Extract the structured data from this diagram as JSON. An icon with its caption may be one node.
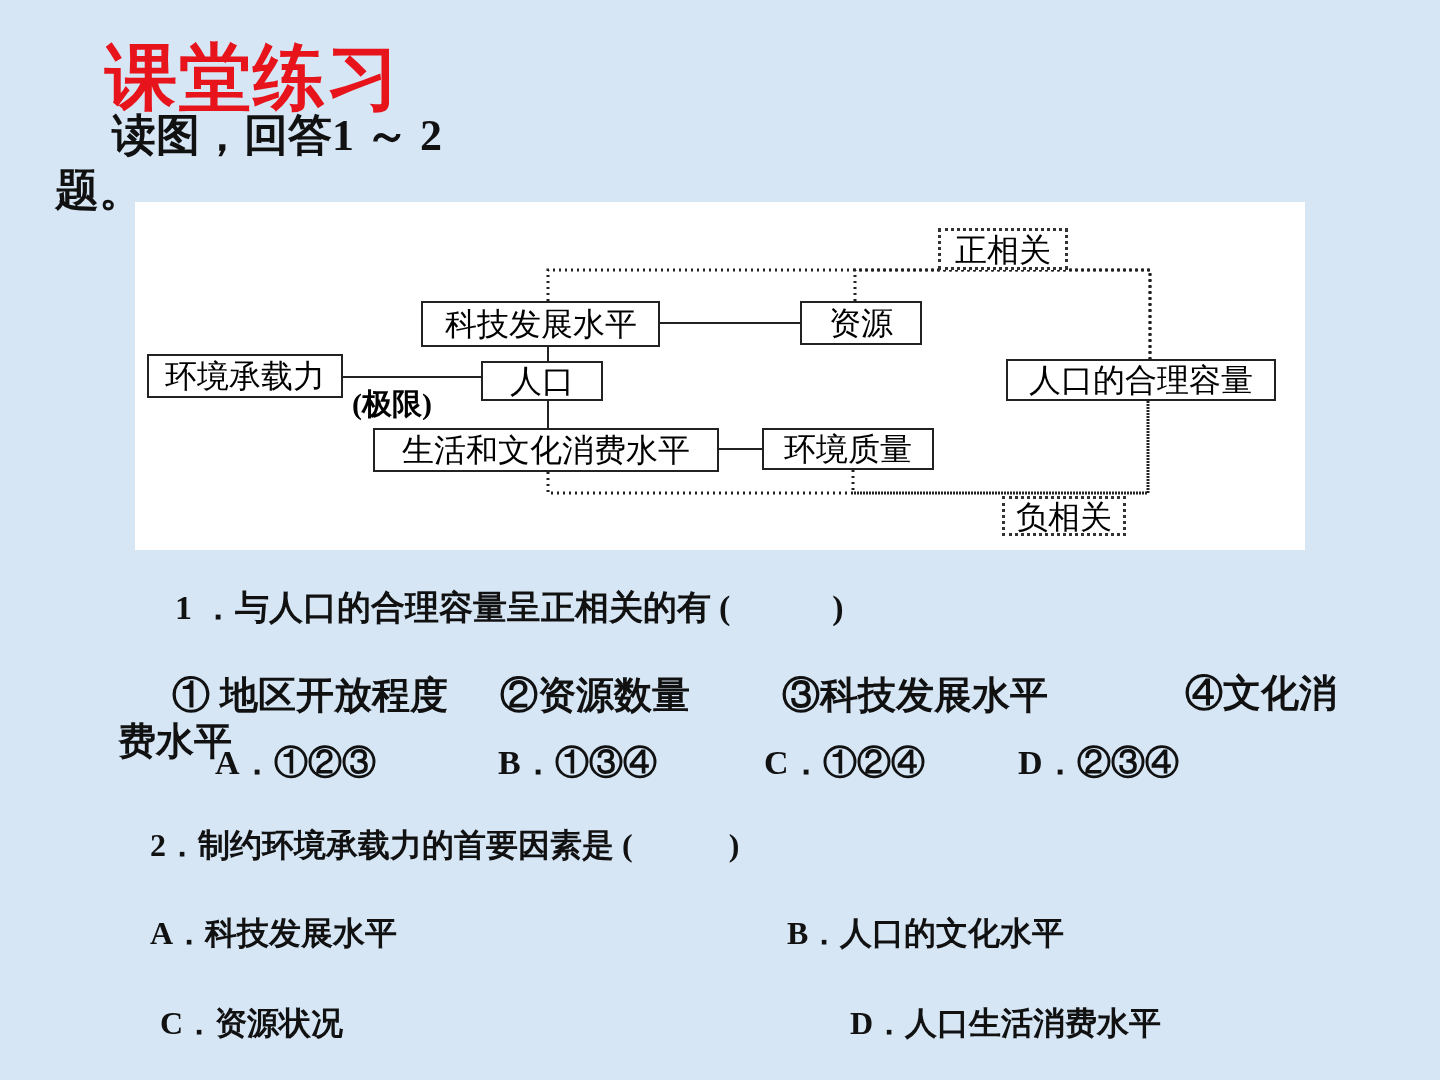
{
  "diagram": {
    "title": "课堂练习",
    "nodes": [
      {
        "text": [
          "科技发展水平"
        ]
      },
      {
        "text": [
          "资源"
        ]
      },
      {
        "text": [
          "正相关"
        ]
      },
      {
        "text": [
          "环境承载力"
        ]
      },
      {
        "text": [
          "人口"
        ]
      },
      {
        "text": [
          "人口的合理容量"
        ]
      },
      {
        "text": [
          "生活和文化消费水平"
        ]
      },
      {
        "text": [
          "环境质量"
        ]
      },
      {
        "text": [
          "负相关"
        ]
      }
    ],
    "edges": [
      {
        "from": 0,
        "to": 1,
        "arrow": "none"
      },
      {
        "from": 3,
        "to": 4,
        "arrow": "none",
        "label": "(极限)"
      },
      {
        "from": 0,
        "to": 4,
        "arrow": "none"
      },
      {
        "from": 4,
        "to": 6,
        "arrow": "none"
      },
      {
        "from": 6,
        "to": 7,
        "arrow": "none"
      },
      {
        "from": 0,
        "to": 5,
        "arrow": "none",
        "style": "dashed"
      },
      {
        "from": 1,
        "to": 5,
        "arrow": "none",
        "style": "dashed"
      },
      {
        "from": 6,
        "to": 5,
        "arrow": "none",
        "style": "dashed"
      },
      {
        "from": 7,
        "to": 5,
        "arrow": "none",
        "style": "dashed"
      }
    ],
    "labels": [
      "读图，回答1 ～ 2题。",
      "1 ．与人口的合理容量呈正相关的有 (　　　)",
      "① 地区开放程度",
      "②资源数量",
      "③科技发展水平",
      "④文化消费水平",
      "A．①②③",
      "B．①③④",
      "C．①②④",
      "D．②③④",
      "2．制约环境承载力的首要因素是 (　　　)",
      "A．科技发展水平",
      "B．人口的文化水平",
      "C．资源状况",
      "D．人口生活消费水平"
    ]
  }
}
